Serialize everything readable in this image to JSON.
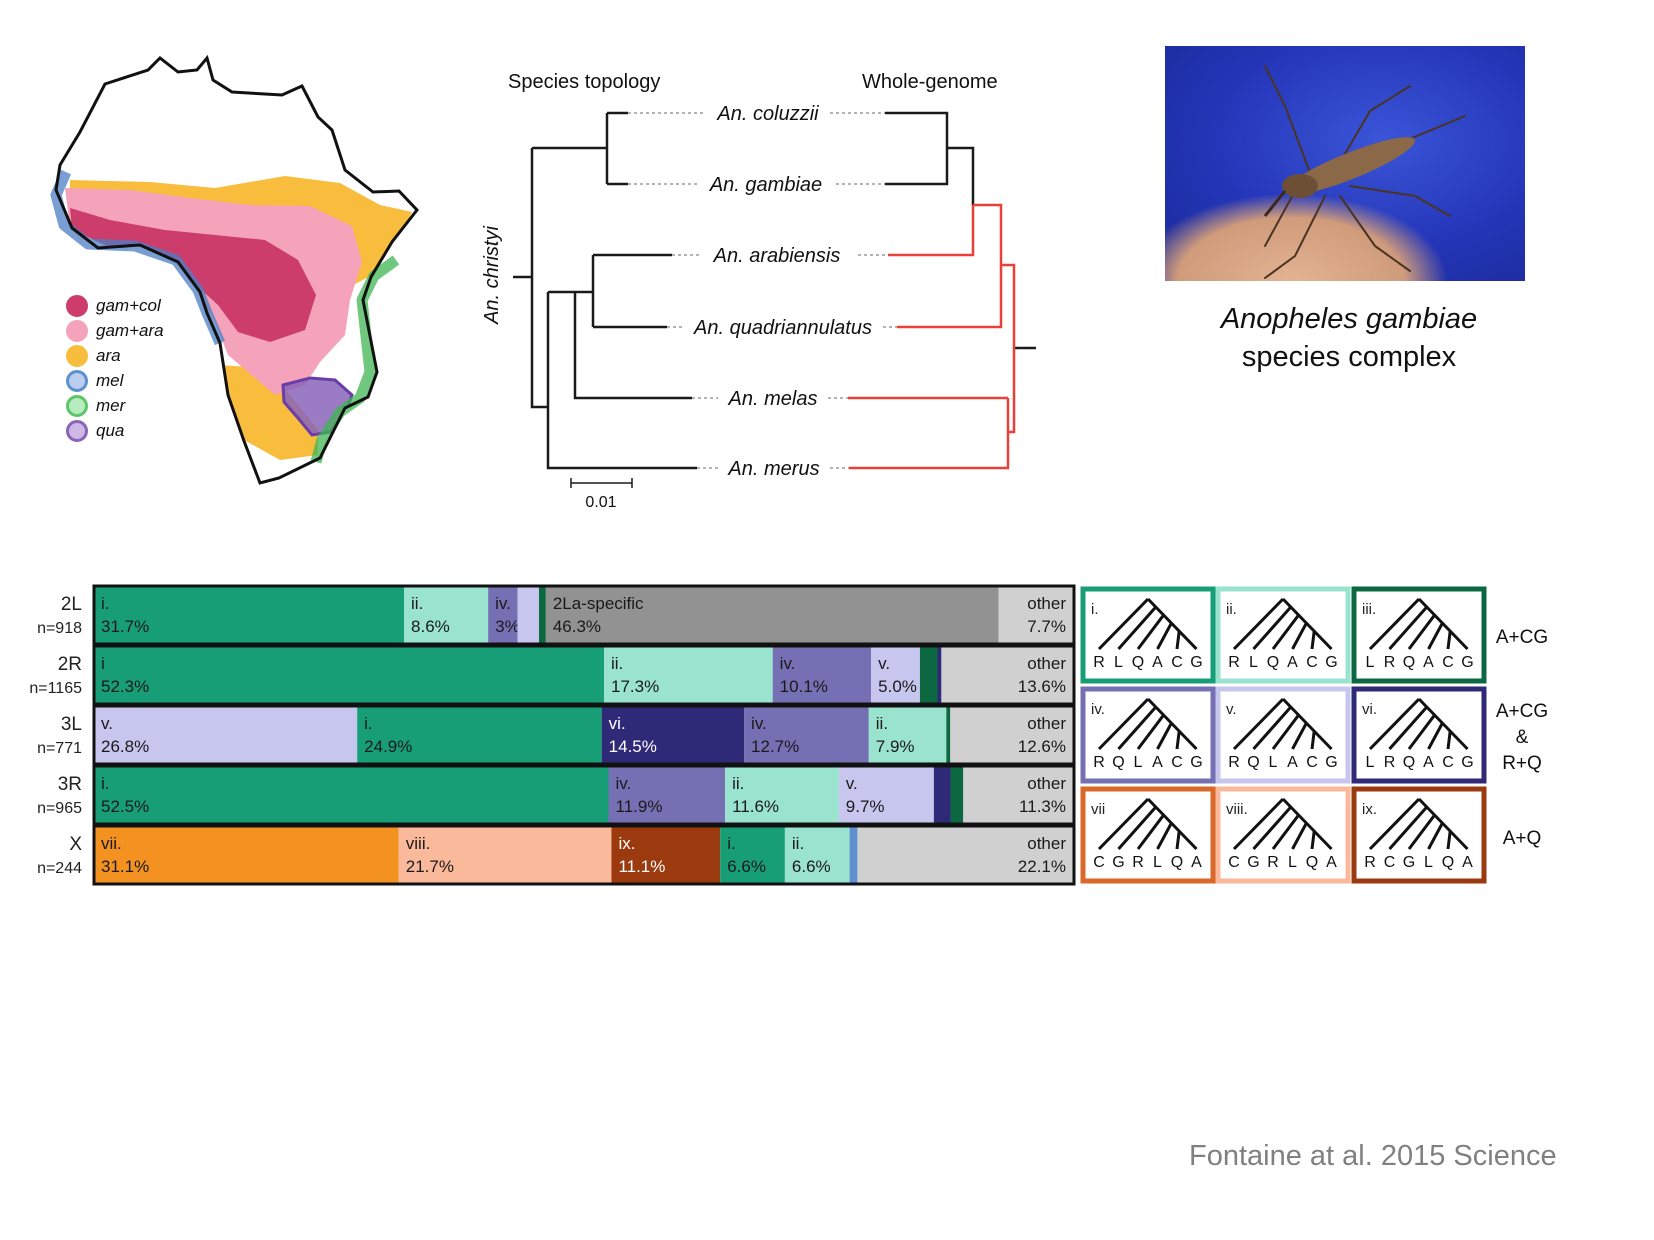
{
  "map": {
    "legend": [
      {
        "label": "gam+col",
        "color": "#cc3d6b"
      },
      {
        "label": "gam+ara",
        "color": "#f4a3bb"
      },
      {
        "label": "ara",
        "color": "#f8bd3c"
      },
      {
        "label": "mel",
        "color": "#5e8fd0"
      },
      {
        "label": "mer",
        "color": "#5cc66a"
      },
      {
        "label": "qua",
        "color": "#8a64b8"
      }
    ]
  },
  "tree": {
    "left_title": "Species topology",
    "right_title": "Whole-genome",
    "outgroup": "An. christyi",
    "taxa": [
      "An. coluzzii",
      "An. gambiae",
      "An. arabiensis",
      "An. quadriannulatus",
      "An. melas",
      "An. merus"
    ],
    "scale_label": "0.01",
    "colors": {
      "black": "#1a1a1a",
      "red": "#e8413a"
    }
  },
  "photo": {
    "caption_line1": "Anopheles gambiae",
    "caption_line2": "species complex"
  },
  "chart_data": {
    "type": "bar",
    "orientation": "stacked-horizontal",
    "rows": [
      {
        "arm": "2L",
        "n": "n=918",
        "segments": [
          {
            "label": "i.",
            "value": "31.7%",
            "pct": 31.7,
            "color": "#189e76"
          },
          {
            "label": "ii.",
            "value": "8.6%",
            "pct": 8.6,
            "color": "#99e3cf"
          },
          {
            "label": "iv.",
            "value": "3%",
            "pct": 3.0,
            "color": "#7570b3"
          },
          {
            "label": "",
            "value": "",
            "pct": 2.2,
            "color": "#c7c6ef"
          },
          {
            "label": "",
            "value": "",
            "pct": 0.7,
            "color": "#0c6841"
          },
          {
            "label": "2La-specific",
            "value": "46.3%",
            "pct": 46.3,
            "color": "#929292"
          },
          {
            "label": "other",
            "value": "7.7%",
            "pct": 7.7,
            "color": "#d0d0d0",
            "align": "right"
          }
        ]
      },
      {
        "arm": "2R",
        "n": "n=1165",
        "segments": [
          {
            "label": "i",
            "value": "52.3%",
            "pct": 52.3,
            "color": "#189e76"
          },
          {
            "label": "ii.",
            "value": "17.3%",
            "pct": 17.3,
            "color": "#99e3cf"
          },
          {
            "label": "iv.",
            "value": "10.1%",
            "pct": 10.1,
            "color": "#7570b3"
          },
          {
            "label": "v.",
            "value": "5.0%",
            "pct": 5.0,
            "color": "#c7c6ef"
          },
          {
            "label": "",
            "value": "",
            "pct": 1.8,
            "color": "#0c6841"
          },
          {
            "label": "",
            "value": "",
            "pct": 0.4,
            "color": "#2f2a78"
          },
          {
            "label": "other",
            "value": "13.6%",
            "pct": 13.6,
            "color": "#d0d0d0",
            "align": "right"
          }
        ]
      },
      {
        "arm": "3L",
        "n": "n=771",
        "segments": [
          {
            "label": "v.",
            "value": "26.8%",
            "pct": 26.8,
            "color": "#c7c6ef"
          },
          {
            "label": "i.",
            "value": "24.9%",
            "pct": 24.9,
            "color": "#189e76"
          },
          {
            "label": "vi.",
            "value": "14.5%",
            "pct": 14.5,
            "color": "#2f2a78"
          },
          {
            "label": "iv.",
            "value": "12.7%",
            "pct": 12.7,
            "color": "#7570b3"
          },
          {
            "label": "ii.",
            "value": "7.9%",
            "pct": 7.9,
            "color": "#99e3cf"
          },
          {
            "label": "",
            "value": "",
            "pct": 0.4,
            "color": "#0c6841"
          },
          {
            "label": "other",
            "value": "12.6%",
            "pct": 12.6,
            "color": "#d0d0d0",
            "align": "right"
          }
        ]
      },
      {
        "arm": "3R",
        "n": "n=965",
        "segments": [
          {
            "label": "i.",
            "value": "52.5%",
            "pct": 52.5,
            "color": "#189e76"
          },
          {
            "label": "iv.",
            "value": "11.9%",
            "pct": 11.9,
            "color": "#7570b3"
          },
          {
            "label": "ii.",
            "value": "11.6%",
            "pct": 11.6,
            "color": "#99e3cf"
          },
          {
            "label": "v.",
            "value": "9.7%",
            "pct": 9.7,
            "color": "#c7c6ef"
          },
          {
            "label": "",
            "value": "",
            "pct": 1.7,
            "color": "#2f2a78"
          },
          {
            "label": "",
            "value": "",
            "pct": 1.3,
            "color": "#0c6841"
          },
          {
            "label": "other",
            "value": "11.3%",
            "pct": 11.3,
            "color": "#d0d0d0",
            "align": "right"
          }
        ]
      },
      {
        "arm": "X",
        "n": "n=244",
        "segments": [
          {
            "label": "vii.",
            "value": "31.1%",
            "pct": 31.1,
            "color": "#f39221"
          },
          {
            "label": "viii.",
            "value": "21.7%",
            "pct": 21.7,
            "color": "#fbb99b"
          },
          {
            "label": "ix.",
            "value": "11.1%",
            "pct": 11.1,
            "color": "#9b3a0f"
          },
          {
            "label": "i.",
            "value": "6.6%",
            "pct": 6.6,
            "color": "#189e76"
          },
          {
            "label": "ii.",
            "value": "6.6%",
            "pct": 6.6,
            "color": "#99e3cf"
          },
          {
            "label": "",
            "value": "",
            "pct": 0.8,
            "color": "#5e8fd0"
          },
          {
            "label": "other",
            "value": "22.1%",
            "pct": 22.1,
            "color": "#d0d0d0",
            "align": "right"
          }
        ]
      }
    ]
  },
  "topologies": [
    {
      "id": "i.",
      "leaves": "RLQACG",
      "color": "#189e76"
    },
    {
      "id": "ii.",
      "leaves": "RLQACG",
      "color": "#99e3cf"
    },
    {
      "id": "iii.",
      "leaves": "LRQACG",
      "color": "#0c6841"
    },
    {
      "id": "iv.",
      "leaves": "RQLACG",
      "color": "#7570b3"
    },
    {
      "id": "v.",
      "leaves": "RQLACG",
      "color": "#c7c6ef"
    },
    {
      "id": "vi.",
      "leaves": "LRQACG",
      "color": "#2f2a78"
    },
    {
      "id": "vii",
      "leaves": "CGRLQA",
      "color": "#d9692b"
    },
    {
      "id": "viii.",
      "leaves": "CGRLQA",
      "color": "#fbb99b"
    },
    {
      "id": "ix.",
      "leaves": "RCGLQA",
      "color": "#9b3a0f"
    }
  ],
  "topology_groups": [
    {
      "lines": [
        "A+CG"
      ]
    },
    {
      "lines": [
        "A+CG",
        "&",
        "R+Q"
      ]
    },
    {
      "lines": [
        "A+Q"
      ]
    }
  ],
  "citation": "Fontaine at al. 2015 Science"
}
